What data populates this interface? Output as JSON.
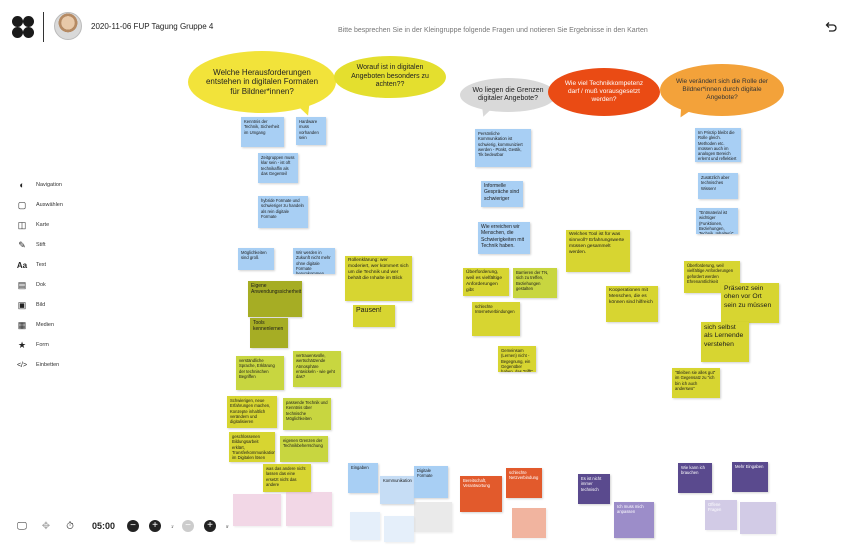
{
  "header": {
    "board_title": "2020-11-06 FUP Tagung Gruppe 4",
    "instruction": "Bitte besprechen Sie in der Kleingruppe folgende Fragen und notieren Sie Ergebnisse in den Karten"
  },
  "toolbar": {
    "items": [
      {
        "label": "Navigation",
        "icon": "cursor-icon"
      },
      {
        "label": "Auswählen",
        "icon": "select-icon"
      },
      {
        "label": "Karte",
        "icon": "card-icon"
      },
      {
        "label": "Stift",
        "icon": "pen-icon"
      },
      {
        "label": "Text",
        "icon": "text-icon"
      },
      {
        "label": "Dok",
        "icon": "document-icon"
      },
      {
        "label": "Bild",
        "icon": "image-icon"
      },
      {
        "label": "Medien",
        "icon": "media-icon"
      },
      {
        "label": "Form",
        "icon": "shape-icon"
      },
      {
        "label": "Einbetten",
        "icon": "embed-icon"
      }
    ]
  },
  "bottom_bar": {
    "timer": "05:00",
    "step_a": "1'",
    "step_b": "5'"
  },
  "bubbles": [
    {
      "text": "Welche Herausforderungen entstehen in digitalen Formaten für Bildner*innen?",
      "color": "#f2e33a"
    },
    {
      "text": "Worauf ist in digitalen Angeboten besonders zu achten??",
      "color": "#e4df2e"
    },
    {
      "text": "Wo liegen die Grenzen digitaler Angebote?",
      "color": "#d9d9d9"
    },
    {
      "text": "Wie viel Technikkompetenz darf / muß vorausgesetzt werden?",
      "color": "#ea4b14"
    },
    {
      "text": "Wie verändert sich die Rolle der Bildner*innen durch digitale Angebote?",
      "color": "#f3a23a"
    }
  ],
  "notes": {
    "c1_1": "Kenntnis der Technik, Sicherheit im Umgang",
    "c1_2": "Hardware muss vorhanden sein",
    "c1_3": "Zeitgruppen muss klar sein - ist oft technikaffin als das Gegenteil",
    "c1_4": "hybride Formate und schwieriger zu handeln als rein digitale Formate",
    "c1_5": "Möglichkeiten sind groß",
    "c1_6": "Wir werden in Zukunft nicht mehr ohne digitale Formate herumkommen.",
    "c1_7": "Eigene Anwendungssicherheit",
    "c1_8": "Tools kennenlernen",
    "c1_9": "verständliche Sprache, Erklärung der technischen Begriffen",
    "c1_10": "vertrauensvolle, wertschätzende Atmosphäre entwickeln - wie geht das?",
    "c1_11": "Schwierigen, neue Erfahrungen machen, Konzepte inhaltlich verändern und digitalisieren",
    "c1_12": "passende Technik und Kenntnis über technische Möglichkeiten",
    "c1_13": "geschlossenen Bildungsarbeit erklärt, Transferkommunikation im Digitalen lösen",
    "c1_14": "eigenen Grenzen der Technikbeherrschung",
    "c1_15": "was das andere nicht lassen das eine ersetzt nicht das andere",
    "c2_1": "Rollenklärung: wer moderiert, wer kümmert sich um die Technik und wer behält die Inhalte im Blick",
    "c2_2": "Pausen!",
    "c3_1": "Persönliche Kommunikation ist schwierig, kommuniziert werden - Pünkt, Gestik, Tik bedeutbar",
    "c3_2": "Informelle Gespräche sind schwieriger",
    "c3_3": "Wie erreichen wir Menschen, die Schwierigkeiten mit Technik haben.",
    "c3_4": "Überforderung, weil es vielfältige Anforderungen gibt",
    "c3_5": "Barrieren der TN, sich zu treffen, Beziehungen gestalten",
    "c3_6": "schlechte Internetverbindungen",
    "c3_7": "Gemeinsam (Lernen) nicht - Begegnung, ein Gegenüber haben, das \"trifft\" ist",
    "c4_1": "Welches Tool ist für was sinnvoll? Erfahrungswerte müssen gesammelt werden.",
    "c4_2": "Kooperationen mit Menschen, die es können sind hilfreich",
    "c5_1": "Im Prinzip bleibt die Rolle gleich. Methoden etc. müssen auch im analogen Bereich erlernt und reflektiert werden",
    "c5_2": "Zusätzlich aber technisches Wissen!",
    "c5_3": "\"Entmaterial ist wichtiger (Funktionen, Beziehungen, Technik, Inhalten)\"",
    "c5_4": "Überforderung, weil vielfältige Anforderungen gefordert werden Ehrenamtlichkeit",
    "c5_5": "Präsenz sein ohen vor Ort sein zu müssen",
    "c5_6": "sich selbst als Lernende verstehen",
    "c5_7": "\"Bleiben sie alles gut\" im Gegensatz zu \"ich bin ich auch anderswo\"",
    "b_1": "Eingaben",
    "b_2": "Kommunikation",
    "b_3": "Digitale Formate",
    "b_4": "Bereitschaft, Verantwortung",
    "b_5": "schlechte Netzverbindung",
    "b_6": "Es ist nicht immer technisch",
    "b_7": "Ich muss mich anpassen",
    "b_8": "Wie kann ich brauchen",
    "b_9": "Mehr Eingaben",
    "b_10": "Offene Fragen"
  }
}
